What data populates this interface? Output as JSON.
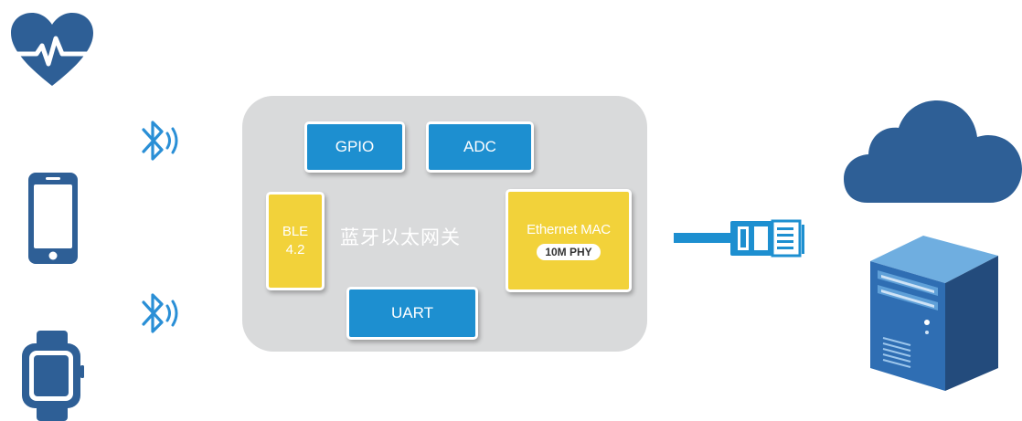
{
  "gateway": {
    "title": "蓝牙以太网关",
    "modules": {
      "gpio": "GPIO",
      "adc": "ADC",
      "uart": "UART",
      "ble_line1": "BLE",
      "ble_line2": "4.2",
      "ethernet": "Ethernet MAC",
      "phy": "10M PHY"
    }
  },
  "colors": {
    "icon_blue": "#2e5f96",
    "module_blue": "#1d8fd0",
    "module_yellow": "#f2d23a",
    "gateway_grey": "#d9dadb"
  },
  "icons": [
    "heart-rate-icon",
    "bluetooth-signal-icon",
    "smartphone-icon",
    "smartwatch-icon",
    "ethernet-connector-icon",
    "cloud-icon",
    "server-icon"
  ]
}
